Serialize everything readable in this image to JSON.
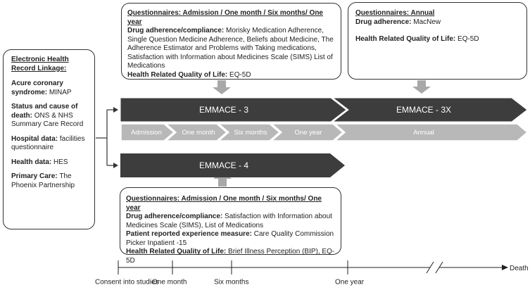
{
  "left_box": {
    "title": "Electronic Health Record Linkage:",
    "items": [
      {
        "label": "Acure coronary syndrome",
        "value": "MINAP"
      },
      {
        "label": "Status and cause of death",
        "value": "ONS & NHS Summary Care Record"
      },
      {
        "label": "Hospital data",
        "value": "facilities questionnaire"
      },
      {
        "label": "Health data",
        "value": "HES"
      },
      {
        "label": "Primary Care",
        "value": "The Phoenix Partnership"
      }
    ]
  },
  "top_box": {
    "title": "Questionnaires: Admission / One month / Six months/ One year",
    "adherence_label": "Drug adherence/compliance:",
    "adherence_value": " Morisky Medication Adherence, Single Question Medicine Adherence, Beliefs about Medicine, The Adherence Estimator and Problems with Taking medications, Satisfaction with Information about Medicines Scale (SIMS) List of Medications",
    "qol_label": "Health Related Quality of Life:",
    "qol_value": " EQ-5D"
  },
  "annual_box": {
    "title": "Questionnaires: Annual",
    "adherence_label": "Drug adherence:",
    "adherence_value": " MacNew",
    "qol_label": "Health Related Quality of Life:",
    "qol_value": " EQ-5D"
  },
  "bottom_box": {
    "title": "Questionnaires: Admission / One month / Six months/ One year",
    "adherence_label": "Drug adherence/compliance:",
    "adherence_value": " Satisfaction with Information about Medicines Scale (SIMS), List of Medications",
    "prem_label": "Patient reported experience measure:",
    "prem_value": " Care Quality Commission Picker Inpatient -15",
    "qol_label": "Health Related Quality of Life:",
    "qol_value": " Brief Illness Perception (BIP), EQ-5D"
  },
  "arrows": {
    "emmace3": "EMMACE - 3",
    "emmace3x": "EMMACE - 3X",
    "emmace4": "EMMACE - 4"
  },
  "phases": [
    "Admission",
    "One month",
    "Six months",
    "One year",
    "Annual"
  ],
  "timeline": {
    "end_label": "Death",
    "ticks": [
      "Consent into studies",
      "One month",
      "Six months",
      "One year"
    ]
  },
  "colors": {
    "dark_arrow": "#3d3d3d",
    "light_arrow": "#b8b8b8",
    "connector": "#a8a8a8"
  }
}
